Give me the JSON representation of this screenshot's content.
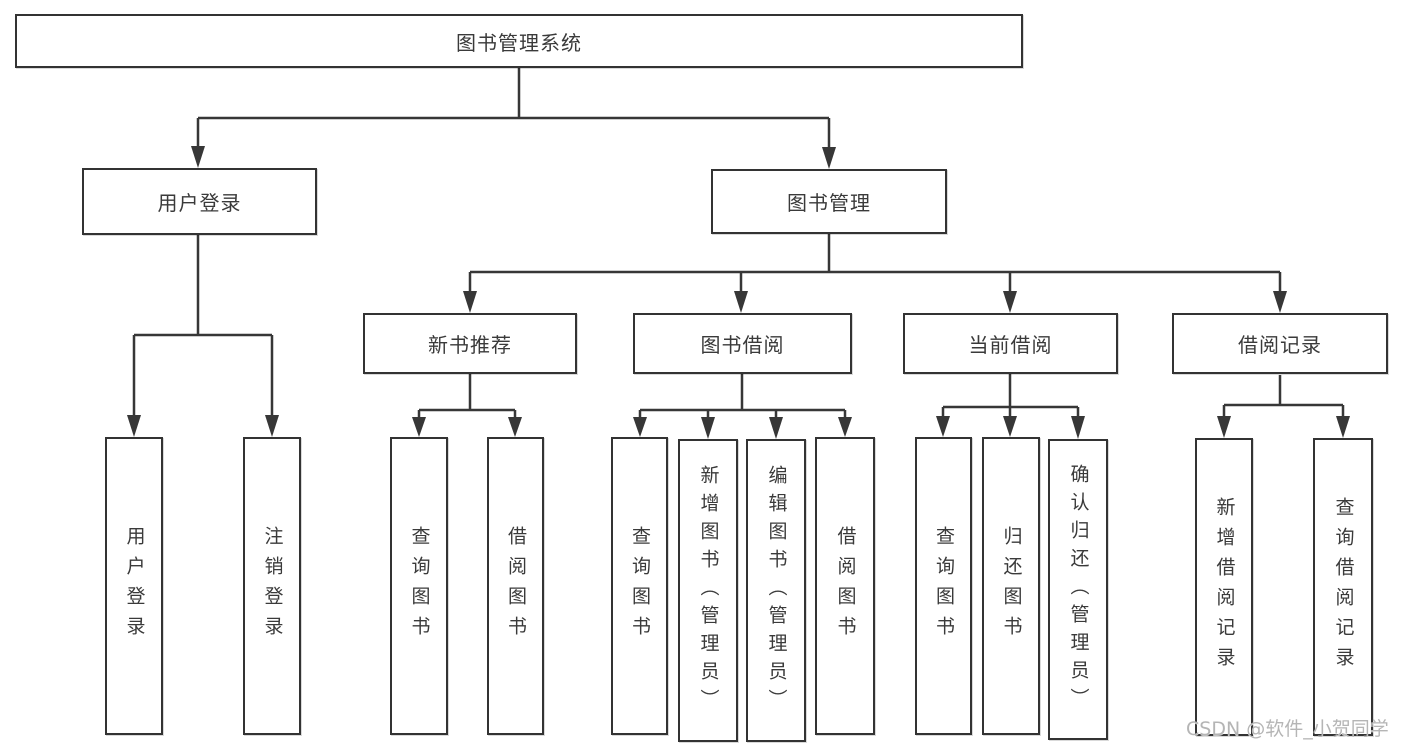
{
  "diagram": {
    "root": {
      "label": "图书管理系统"
    },
    "level1": {
      "user_login": {
        "label": "用户登录"
      },
      "book_mgmt": {
        "label": "图书管理"
      }
    },
    "level2": {
      "new_book_rec": {
        "label": "新书推荐"
      },
      "book_borrow": {
        "label": "图书借阅"
      },
      "current_borrow": {
        "label": "当前借阅"
      },
      "borrow_records": {
        "label": "借阅记录"
      }
    },
    "leaves": {
      "user_login_login": {
        "label": "用户登录"
      },
      "user_login_logout": {
        "label": "注销登录"
      },
      "rec_query_book": {
        "label": "查询图书"
      },
      "rec_borrow_book": {
        "label": "借阅图书"
      },
      "borrow_query_book": {
        "label": "查询图书"
      },
      "borrow_add_book": {
        "label": "新增图书（管理员）"
      },
      "borrow_edit_book": {
        "label": "编辑图书（管理员）"
      },
      "borrow_borrow_book": {
        "label": "借阅图书"
      },
      "current_query_book": {
        "label": "查询图书"
      },
      "current_return_book": {
        "label": "归还图书"
      },
      "current_confirm_return": {
        "label": "确认归还（管理员）"
      },
      "records_add_record": {
        "label": "新增借阅记录"
      },
      "records_query_record": {
        "label": "查询借阅记录"
      }
    }
  },
  "watermark": {
    "text": "CSDN @软件_小贺同学"
  },
  "colors": {
    "line": "#373737",
    "box_border": "#333333",
    "text": "#3a3a3a",
    "watermark": "#b5b5b5",
    "background": "#ffffff"
  }
}
